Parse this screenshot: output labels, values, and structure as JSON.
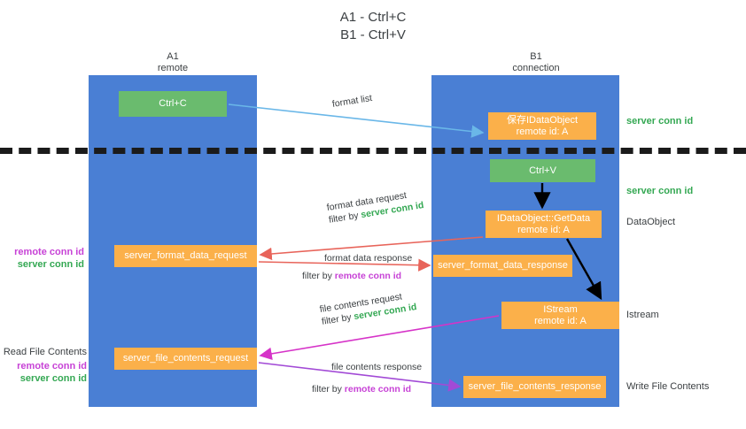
{
  "title": {
    "line1": "A1 - Ctrl+C",
    "line2": "B1 - Ctrl+V"
  },
  "colors": {
    "lane": "#4a7fd4",
    "green_node": "#6abb6e",
    "orange_node": "#fbb04a",
    "server_conn": "#34a853",
    "remote_conn": "#c742d6",
    "arrow_blue": "#6ab7e8",
    "arrow_red": "#e8645a",
    "arrow_magenta": "#d633c8",
    "arrow_purple": "#a24ad6",
    "arrow_black": "#000000",
    "divider": "#1b1b1b"
  },
  "lanes": [
    {
      "name": "A1",
      "sub": "remote"
    },
    {
      "name": "B1",
      "sub": "connection"
    }
  ],
  "nodes": {
    "ctrl_c": "Ctrl+C",
    "store_dataobject_l1": "保存IDataObject",
    "store_dataobject_l2": "remote id: A",
    "ctrl_v": "Ctrl+V",
    "getdata_l1": "IDataObject::GetData",
    "getdata_l2": "remote id: A",
    "server_format_data_request": "server_format_data_request",
    "server_format_data_response": "server_format_data_response",
    "istream_l1": "IStream",
    "istream_l2": "remote id: A",
    "server_file_contents_request": "server_file_contents_request",
    "server_file_contents_response": "server_file_contents_response"
  },
  "side_labels": {
    "server_conn_id_top": "server conn id",
    "server_conn_id_mid": "server conn id",
    "dataobject": "DataObject",
    "istream": "Istream",
    "write_file_contents": "Write File Contents"
  },
  "left_labels": {
    "remote_conn_id_1": "remote conn id",
    "server_conn_id_1": "server conn id",
    "read_file_contents": "Read File Contents",
    "remote_conn_id_2": "remote conn id",
    "server_conn_id_2": "server conn id"
  },
  "edges": {
    "format_list": "format list",
    "format_data_request": "format data request",
    "format_data_request_filter_prefix": "filter by ",
    "format_data_request_filter_value": "server conn id",
    "format_data_response": "format data response",
    "format_data_response_filter_prefix": "filter by ",
    "format_data_response_filter_value": "remote conn id",
    "file_contents_request": "file contents request",
    "file_contents_request_filter_prefix": "filter by ",
    "file_contents_request_filter_value": "server conn id",
    "file_contents_response": "file contents response",
    "file_contents_response_filter_prefix": "filter by ",
    "file_contents_response_filter_value": "remote conn id"
  }
}
